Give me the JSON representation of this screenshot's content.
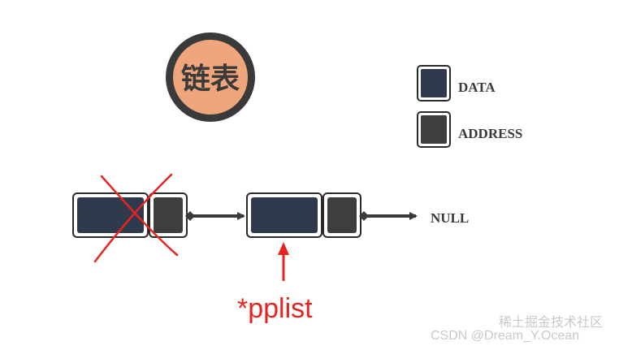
{
  "title_badge": {
    "text": "链表",
    "fill_color": "#F0A67C",
    "ring_color": "#3A3A3A"
  },
  "legend": [
    {
      "label": "DATA",
      "color": "#2F3A4C"
    },
    {
      "label": "ADDRESS",
      "color": "#3E3E3E"
    }
  ],
  "nodes": [
    {
      "role": "first-node",
      "deleted": true
    },
    {
      "role": "second-node",
      "deleted": false
    }
  ],
  "terminal_label": "NULL",
  "pointer": {
    "label": "*pplist",
    "color": "#E8231F"
  },
  "cross_color": "#E8231F",
  "watermark": "CSDN @Dream_Y.Ocean",
  "watermark_overlay": "稀土掘金技术社区"
}
